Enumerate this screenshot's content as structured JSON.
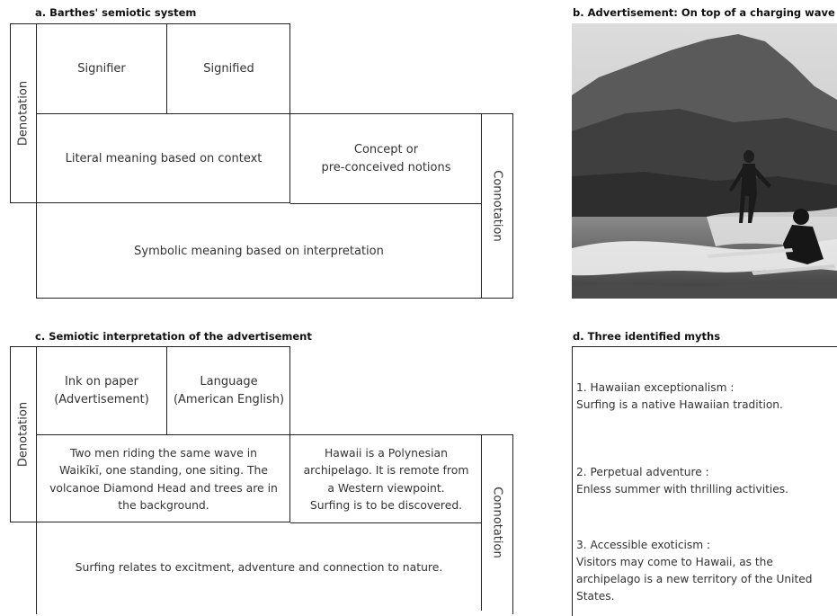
{
  "panel_a": {
    "title": "a. Barthes' semiotic system",
    "denotation_label": "Denotation",
    "connotation_label": "Connotation",
    "signifier": "Signifier",
    "signified": "Signified",
    "literal": "Literal meaning based on context",
    "concept": "Concept or\npre-conceived notions",
    "symbolic": "Symbolic meaning based on interpretation"
  },
  "panel_b": {
    "title": "b. Advertisement: On top of a charging wave"
  },
  "panel_c": {
    "title": "c. Semiotic interpretation of the advertisement",
    "denotation_label": "Denotation",
    "connotation_label": "Connotation",
    "signifier": "Ink on paper\n(Advertisement)",
    "signified": "Language\n(American English)",
    "literal": "Two men riding the same wave in\nWaikīkī, one standing, one siting. The\nvolcanoe Diamond Head and trees are in\nthe background.",
    "concept": "Hawaii is a Polynesian\narchipelago. It is remote from\na Western viewpoint.\nSurfing is to be discovered.",
    "symbolic": "Surfing relates to excitment, adventure and connection to nature."
  },
  "panel_d": {
    "title": "d. Three identified myths",
    "myths": [
      "1. Hawaiian exceptionalism :\nSurfing is a native Hawaiian tradition.",
      "2. Perpetual adventure :\nEnless summer with thrilling activities.",
      "3. Accessible exoticism :\nVisitors may come to Hawaii, as the\narchipelago is a new territory of the United\nStates."
    ]
  }
}
